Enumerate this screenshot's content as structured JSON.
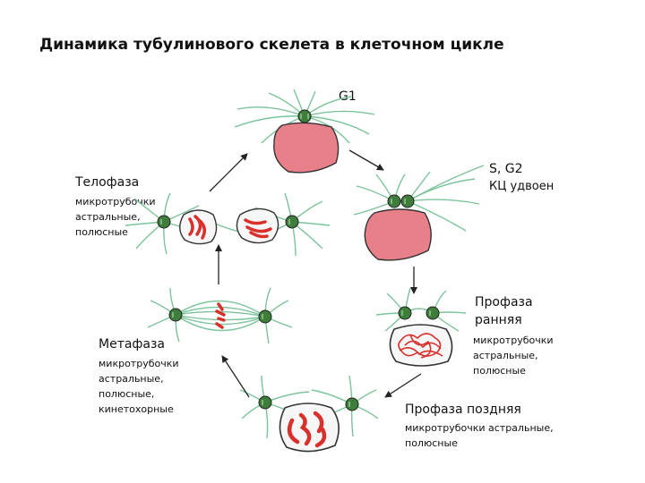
{
  "title": "Динамика тубулинового скелета в клеточном цикле",
  "stages": {
    "g1": {
      "label": "G1"
    },
    "s_g2": {
      "label": "S, G2",
      "note": "КЦ удвоен"
    },
    "prophase_early": {
      "label_1": "Профаза",
      "label_2": "ранняя",
      "notes": [
        "микротрубочки",
        "астральные,",
        "полюсные"
      ]
    },
    "prophase_late": {
      "label": "Профаза поздняя",
      "notes": [
        "микротрубочки астральные,",
        "полюсные"
      ]
    },
    "metaphase": {
      "label": "Метафаза",
      "notes": [
        "микротрубочки",
        "астральные,",
        "полюсные,",
        "кинетохорные"
      ]
    },
    "telophase": {
      "label": "Телофаза",
      "notes": [
        "микротрубочки",
        "астральные,",
        "полюсные"
      ]
    }
  },
  "colors": {
    "microtubule": "#7cc49a",
    "centrosome": "#3f7d3b",
    "nucleus": "#e8808a",
    "chromosome": "#d9302c",
    "arrow": "#222222"
  }
}
